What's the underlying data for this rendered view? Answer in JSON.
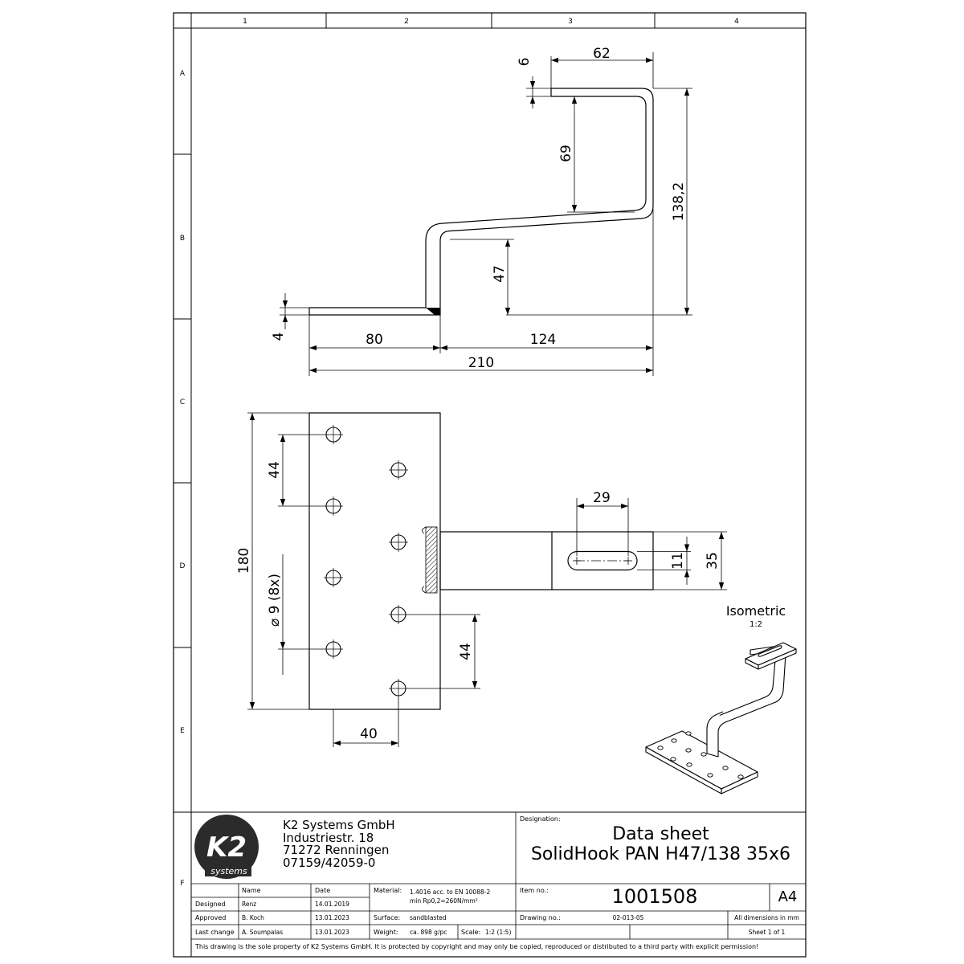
{
  "frame": {
    "columns": [
      "1",
      "2",
      "3",
      "4"
    ],
    "rows": [
      "A",
      "B",
      "C",
      "D",
      "E",
      "F"
    ]
  },
  "dimensions": {
    "top_6": "6",
    "top_62": "62",
    "top_69": "69",
    "top_138": "138,2",
    "top_47": "47",
    "top_4": "4",
    "top_80": "80",
    "top_124": "124",
    "top_210": "210",
    "plan_44a": "44",
    "plan_180": "180",
    "plan_holes": "⌀ 9 (8x)",
    "plan_44b": "44",
    "plan_40": "40",
    "plan_29": "29",
    "plan_11": "11",
    "plan_35": "35"
  },
  "isometric": {
    "label": "Isometric",
    "scale": "1:2"
  },
  "title_block": {
    "company": "K2 Systems GmbH",
    "street": "Industriestr. 18",
    "city": "71272 Renningen",
    "phone": "07159/42059-0",
    "logo_text": "K2",
    "logo_sub": "systems",
    "designation_label": "Designation:",
    "title1": "Data sheet",
    "title2": "SolidHook PAN H47/138 35x6",
    "name_header": "Name",
    "date_header": "Date",
    "designed_label": "Designed",
    "designed_name": "Renz",
    "designed_date": "14.01.2019",
    "approved_label": "Approved",
    "approved_name": "B. Koch",
    "approved_date": "13.01.2023",
    "lastchange_label": "Last change",
    "lastchange_name": "A. Soumpalas",
    "lastchange_date": "13.01.2023",
    "material_label": "Material:",
    "material_value1": "1.4016 acc. to EN 10088-2",
    "material_value2": "min Rp0,2=260N/mm²",
    "surface_label": "Surface:",
    "surface_value": "sandblasted",
    "weight_label": "Weight:",
    "weight_value": "ca. 898 g/pc",
    "scale_label": "Scale:",
    "scale_value": "1:2 (1:5)",
    "item_label": "Item no.:",
    "item_no": "1001508",
    "format": "A4",
    "drawing_label": "Drawing no.:",
    "drawing_no": "02-013-05",
    "units_note": "All dimensions in mm",
    "sheet": "Sheet 1 of 1",
    "footer": "This drawing is the sole property of K2 Systems GmbH.  It is protected by copyright and may only be copied, reproduced or distributed to a third party with explicit permission!"
  }
}
